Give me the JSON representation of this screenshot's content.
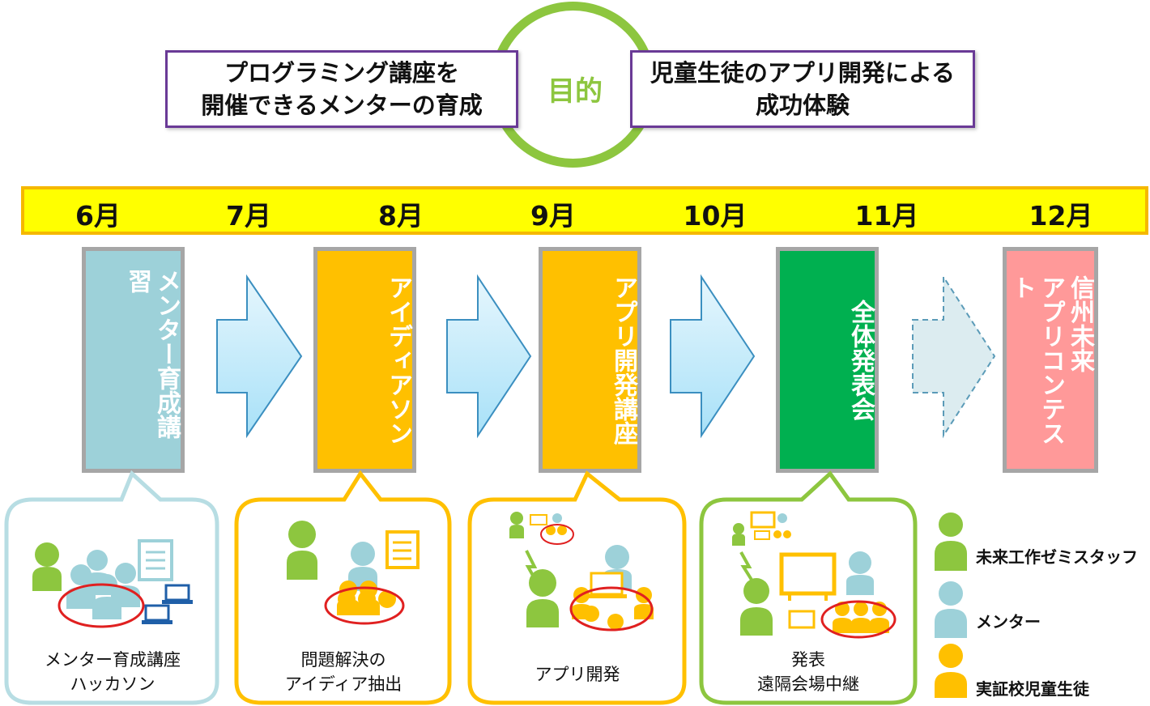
{
  "purpose": {
    "center_label": "目的",
    "left_goal": "プログラミング講座を\n開催できるメンターの育成",
    "right_goal": "児童生徒のアプリ開発による\n成功体験"
  },
  "months": [
    "6月",
    "7月",
    "8月",
    "9月",
    "10月",
    "11月",
    "12月"
  ],
  "phases": [
    {
      "label": "メンター育成講習",
      "color": "#9dd1d9"
    },
    {
      "label": "アイディアソン",
      "color": "#ffc000"
    },
    {
      "label": "アプリ開発講座",
      "color": "#ffc000"
    },
    {
      "label": "全体発表会",
      "color": "#00b050"
    },
    {
      "label": "信州未来\nアプリコンテスト",
      "color": "#ff9999"
    }
  ],
  "callouts": [
    {
      "text": "メンター育成講座\nハッカソン",
      "border": "#b7dde3"
    },
    {
      "text": "問題解決の\nアイディア抽出",
      "border": "#ffc000"
    },
    {
      "text": "アプリ開発",
      "border": "#ffc000"
    },
    {
      "text": "発表\n遠隔会場中継",
      "border": "#8dc63f"
    }
  ],
  "legend": [
    {
      "label": "未来工作ゼミスタッフ",
      "color": "#8dc63f"
    },
    {
      "label": "メンター",
      "color": "#9dd1d9"
    },
    {
      "label": "実証校児童生徒",
      "color": "#ffc000"
    }
  ]
}
